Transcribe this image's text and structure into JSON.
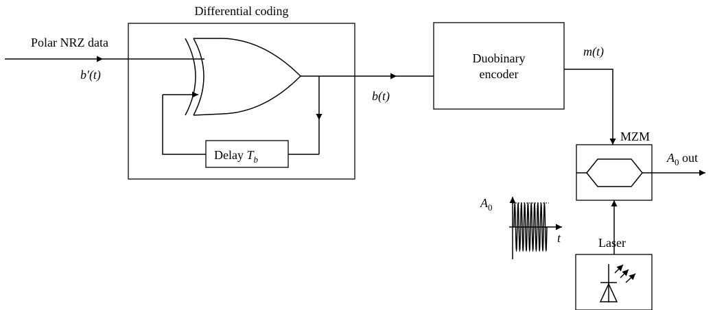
{
  "labels": {
    "input_data": "Polar NRZ data",
    "b_prime_t": "b′(t)",
    "differential_coding": "Differential coding",
    "delay_prefix": "Delay ",
    "delay_symbol": "T",
    "delay_subscript": "b",
    "b_t": "b(t)",
    "encoder_line1": "Duobinary",
    "encoder_line2": "encoder",
    "m_t": "m(t)",
    "mzm": "MZM",
    "output_symbol": "A",
    "output_subscript": "0",
    "output_suffix": " out",
    "carrier_symbol": "A",
    "carrier_subscript": "0",
    "time_axis": "t",
    "laser": "Laser"
  },
  "icons": {
    "xor_gate": "xor-gate-icon",
    "mach_zehnder": "mach-zehnder-interferometer-icon",
    "laser_diode": "laser-diode-icon",
    "carrier_wave": "carrier-wave-icon"
  }
}
